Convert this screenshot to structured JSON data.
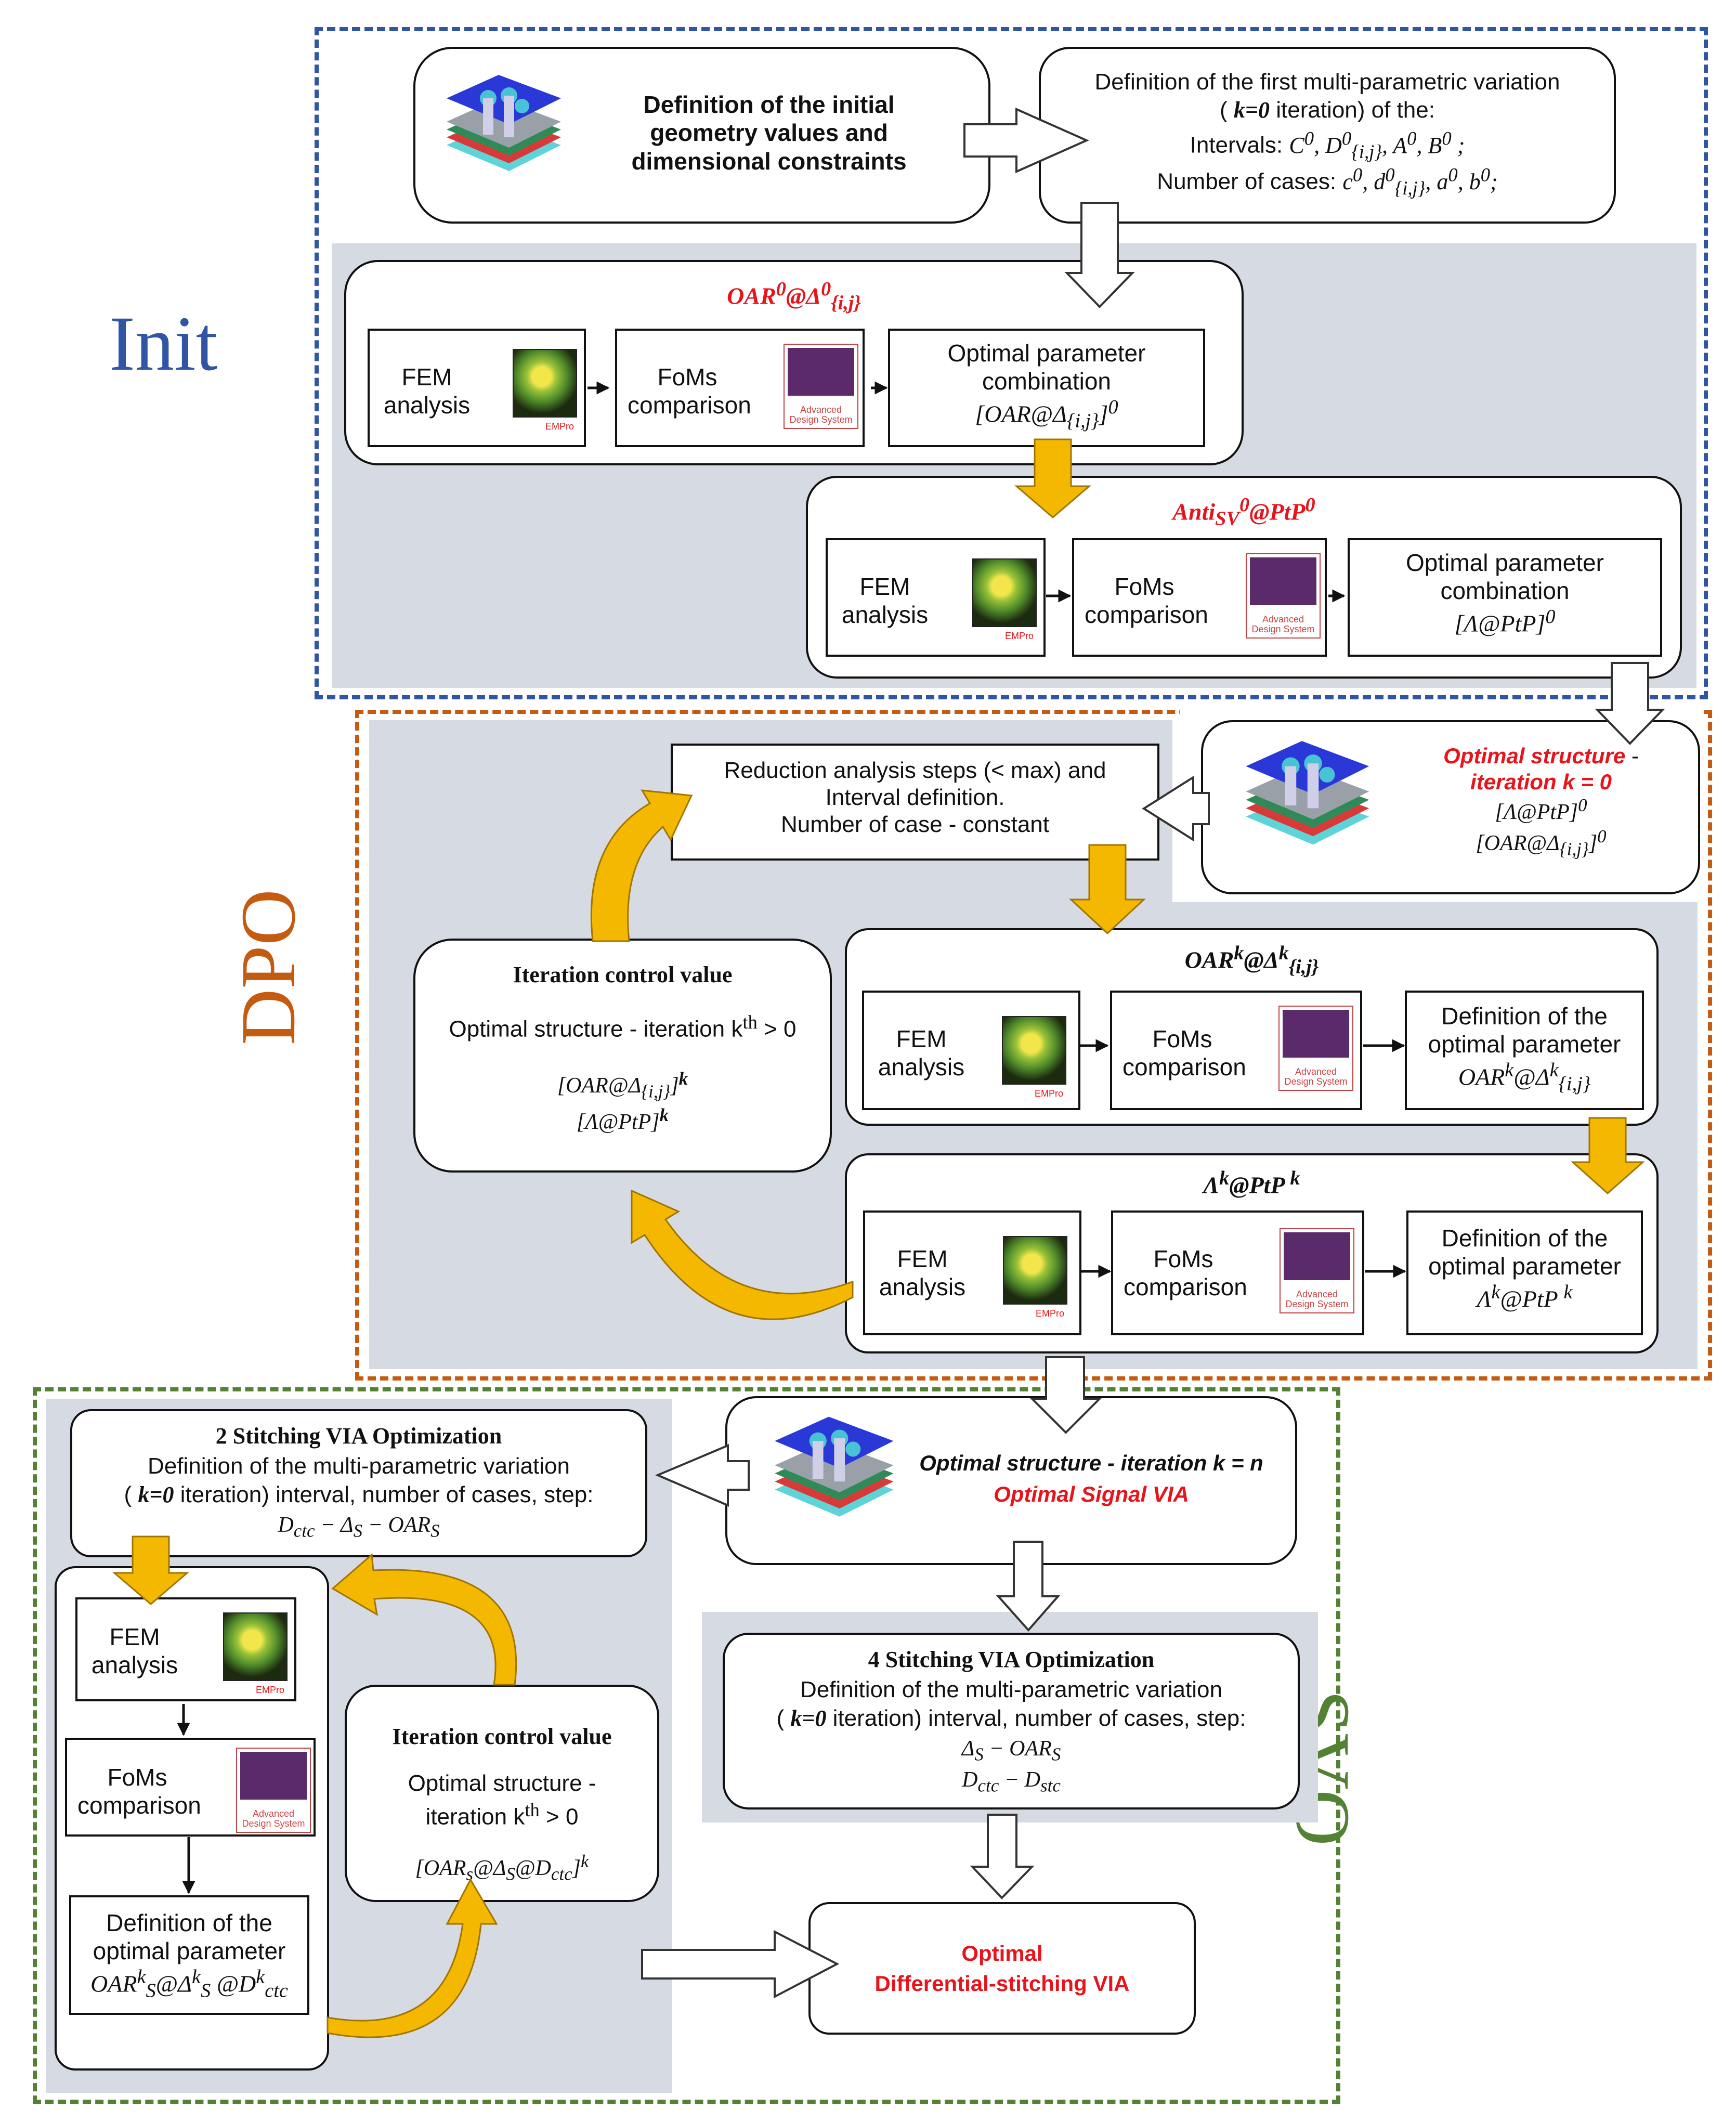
{
  "phases": {
    "init": "Init",
    "dpo": "DPO",
    "svo": "SVO"
  },
  "colors": {
    "init_border": "#2f55a4",
    "dpo_border": "#c55a11",
    "svo_border": "#548235",
    "gray_panel": "#d5dae3",
    "red_text": "#e8141c",
    "yellow_arrow": "#f5b800"
  },
  "icons": {
    "structure": "via-structure-3d-icon",
    "fem": "empro-fem-icon",
    "ads": "advanced-design-system-icon"
  },
  "common": {
    "fem_line1": "FEM",
    "fem_line2": "analysis",
    "foms_line1": "FoMs",
    "foms_line2": "comparison",
    "empro_label": "EMPro",
    "ads_label_1": "Advanced",
    "ads_label_2": "Design System"
  },
  "init": {
    "definition_initial": "Definition of the initial geometry values and dimensional constraints",
    "first_variation_line1": "Definition of the first multi-parametric variation",
    "first_variation_line2_a": "( ",
    "first_variation_line2_k": "k=0",
    "first_variation_line2_b": " iteration) of the:",
    "intervals_label": "Intervals:",
    "cases_label": "Number of cases:",
    "oar_title_main": "OAR",
    "oar_title_rest": "@Δ",
    "optimal_param_combination_1": "Optimal parameter",
    "optimal_param_combination_2": "combination",
    "anti_title": "Anti",
    "anti_sub": "SV",
    "anti_rest": "@PtP"
  },
  "dpo": {
    "reduction_1": "Reduction analysis steps (< max) and",
    "reduction_2": "Interval definition.",
    "reduction_3": "Number of case - constant",
    "optimal_structure_1": "Optimal structure",
    "optimal_structure_dash": " -",
    "optimal_structure_2": "iteration k = 0",
    "iteration_control_title": "Iteration control value",
    "iteration_control_text": "Optimal structure  - iteration k",
    "iteration_control_tail": "  > 0",
    "def_optimal_1": "Definition of the",
    "def_optimal_2": "optimal parameter"
  },
  "svo": {
    "optimal_structure_n": "Optimal structure  - iteration k = n",
    "optimal_signal_via": "Optimal Signal VIA",
    "stitch2_title": "2 Stitching VIA Optimization",
    "stitch_def_1": "Definition of the multi-parametric variation",
    "stitch_def_2a": "( ",
    "stitch_def_2k": "k=0",
    "stitch_def_2b": " iteration) interval, number of cases, step:",
    "stitch4_title": "4 Stitching VIA Optimization",
    "iteration_control_title": "Iteration control value",
    "iter_1": "Optimal structure  -",
    "iter_2": "iteration k",
    "iter_tail": "  > 0",
    "def_optimal_1": "Definition of the",
    "def_optimal_2": "optimal parameter",
    "final_1": "Optimal",
    "final_2": "Differential-stitching VIA"
  }
}
